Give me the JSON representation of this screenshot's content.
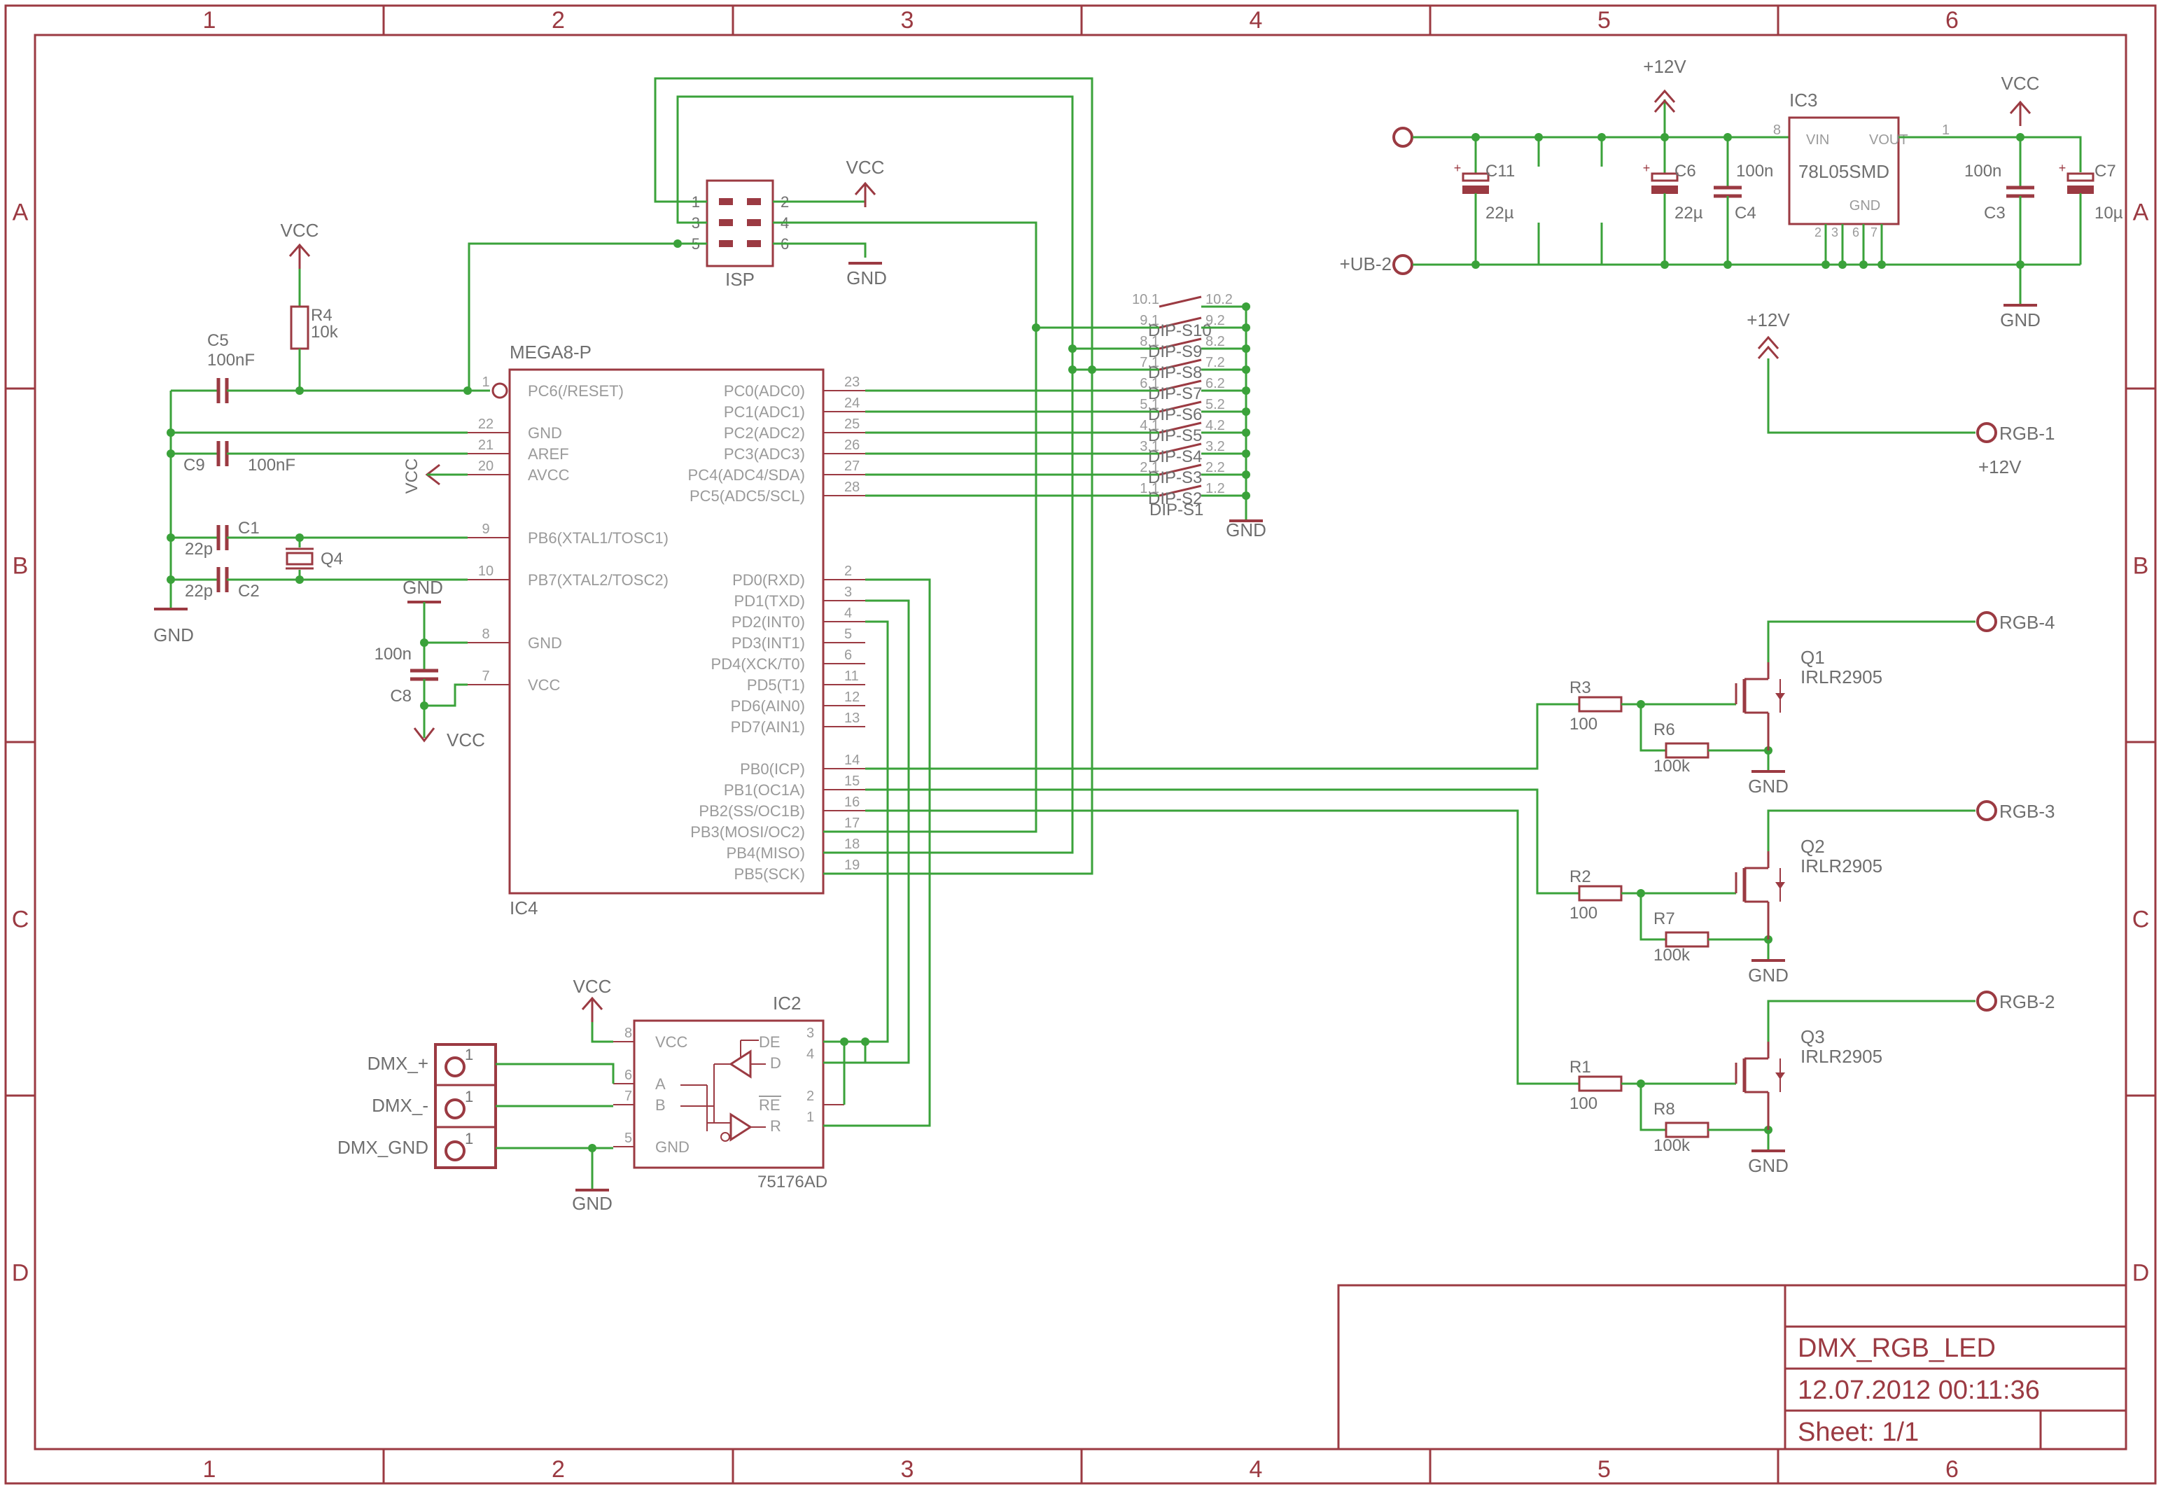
{
  "frame": {
    "columns": [
      "1",
      "2",
      "3",
      "4",
      "5",
      "6"
    ],
    "rows": [
      "A",
      "B",
      "C",
      "D"
    ],
    "title": "DMX_RGB_LED",
    "date": "12.07.2012 00:11:36",
    "sheet": "Sheet: 1/1"
  },
  "mcu": {
    "name": "MEGA8-P",
    "ref": "IC4",
    "left_pins": [
      {
        "num": "1",
        "name": "PC6(/RESET)"
      },
      {
        "num": "22",
        "name": "GND"
      },
      {
        "num": "21",
        "name": "AREF"
      },
      {
        "num": "20",
        "name": "AVCC"
      },
      {
        "num": "9",
        "name": "PB6(XTAL1/TOSC1)"
      },
      {
        "num": "10",
        "name": "PB7(XTAL2/TOSC2)"
      },
      {
        "num": "8",
        "name": "GND"
      },
      {
        "num": "7",
        "name": "VCC"
      }
    ],
    "right_pins": [
      {
        "num": "23",
        "name": "PC0(ADC0)"
      },
      {
        "num": "24",
        "name": "PC1(ADC1)"
      },
      {
        "num": "25",
        "name": "PC2(ADC2)"
      },
      {
        "num": "26",
        "name": "PC3(ADC3)"
      },
      {
        "num": "27",
        "name": "PC4(ADC4/SDA)"
      },
      {
        "num": "28",
        "name": "PC5(ADC5/SCL)"
      },
      {
        "num": "2",
        "name": "PD0(RXD)"
      },
      {
        "num": "3",
        "name": "PD1(TXD)"
      },
      {
        "num": "4",
        "name": "PD2(INT0)"
      },
      {
        "num": "5",
        "name": "PD3(INT1)"
      },
      {
        "num": "6",
        "name": "PD4(XCK/T0)"
      },
      {
        "num": "11",
        "name": "PD5(T1)"
      },
      {
        "num": "12",
        "name": "PD6(AIN0)"
      },
      {
        "num": "13",
        "name": "PD7(AIN1)"
      },
      {
        "num": "14",
        "name": "PB0(ICP)"
      },
      {
        "num": "15",
        "name": "PB1(OC1A)"
      },
      {
        "num": "16",
        "name": "PB2(SS/OC1B)"
      },
      {
        "num": "17",
        "name": "PB3(MOSI/OC2)"
      },
      {
        "num": "18",
        "name": "PB4(MISO)"
      },
      {
        "num": "19",
        "name": "PB5(SCK)"
      }
    ]
  },
  "isp": {
    "ref": "ISP",
    "pins_left": [
      "1",
      "3",
      "5"
    ],
    "pins_right": [
      "2",
      "4",
      "6"
    ]
  },
  "dip": {
    "ref": "DIP-S1",
    "switches": [
      {
        "a": "10.1",
        "b": "10.2",
        "name": ""
      },
      {
        "a": "9.1",
        "b": "9.2",
        "name": "DIP-S10"
      },
      {
        "a": "8.1",
        "b": "8.2",
        "name": "DIP-S9"
      },
      {
        "a": "7.1",
        "b": "7.2",
        "name": "DIP-S8"
      },
      {
        "a": "6.1",
        "b": "6.2",
        "name": "DIP-S7"
      },
      {
        "a": "5.1",
        "b": "5.2",
        "name": "DIP-S6"
      },
      {
        "a": "4.1",
        "b": "4.2",
        "name": "DIP-S5"
      },
      {
        "a": "3.1",
        "b": "3.2",
        "name": "DIP-S4"
      },
      {
        "a": "2.1",
        "b": "2.2",
        "name": "DIP-S3"
      },
      {
        "a": "1.1",
        "b": "1.2",
        "name": "DIP-S2"
      }
    ]
  },
  "passives": {
    "r4": {
      "ref": "R4",
      "value": "10k"
    },
    "c5": {
      "ref": "C5",
      "value": "100nF"
    },
    "c9": {
      "ref": "C9",
      "value": "100nF"
    },
    "c1": {
      "ref": "C1",
      "value": "22p"
    },
    "c2": {
      "ref": "C2",
      "value": "22p"
    },
    "q4": {
      "ref": "Q4"
    },
    "c8": {
      "ref": "C8",
      "value": "100n"
    }
  },
  "power": {
    "vcc": "VCC",
    "gnd": "GND",
    "p12v": "+12V"
  },
  "regulator": {
    "ref": "IC3",
    "part": "78L05SMD",
    "vin": "VIN",
    "vout": "VOUT",
    "gnd": "GND",
    "pin_in": "8",
    "pin_out": "1",
    "gnd_pins": [
      "2",
      "3",
      "6",
      "7"
    ],
    "c11": {
      "ref": "C11",
      "value": "22µ"
    },
    "c6": {
      "ref": "C6",
      "value": "22µ"
    },
    "c4": {
      "ref": "C4",
      "value": "100n"
    },
    "c3": {
      "ref": "C3",
      "value": "100n"
    },
    "c7": {
      "ref": "C7",
      "value": "10µ"
    },
    "ub_label": "+UB-2"
  },
  "rgb": {
    "rgb1": "RGB-1",
    "rgb1_sub": "+12V",
    "channels": [
      {
        "conn": "RGB-4",
        "q": "Q1",
        "part": "IRLR2905",
        "r": "R3",
        "rv": "100",
        "rp": "R6",
        "rpv": "100k"
      },
      {
        "conn": "RGB-3",
        "q": "Q2",
        "part": "IRLR2905",
        "r": "R2",
        "rv": "100",
        "rp": "R7",
        "rpv": "100k"
      },
      {
        "conn": "RGB-2",
        "q": "Q3",
        "part": "IRLR2905",
        "r": "R1",
        "rv": "100",
        "rp": "R8",
        "rpv": "100k"
      }
    ]
  },
  "transceiver": {
    "ref": "IC2",
    "part": "75176AD",
    "vcc": "VCC",
    "a": "A",
    "b": "B",
    "gnd": "GND",
    "de": "DE",
    "d": "D",
    "re": "RE",
    "r": "R",
    "pins": {
      "vcc": "8",
      "a": "6",
      "b": "7",
      "gnd": "5",
      "de": "3",
      "d": "4",
      "re": "2",
      "r": "1"
    }
  },
  "dmx": {
    "labels": [
      "DMX_+",
      "DMX_-",
      "DMX_GND"
    ],
    "pin": "1"
  }
}
